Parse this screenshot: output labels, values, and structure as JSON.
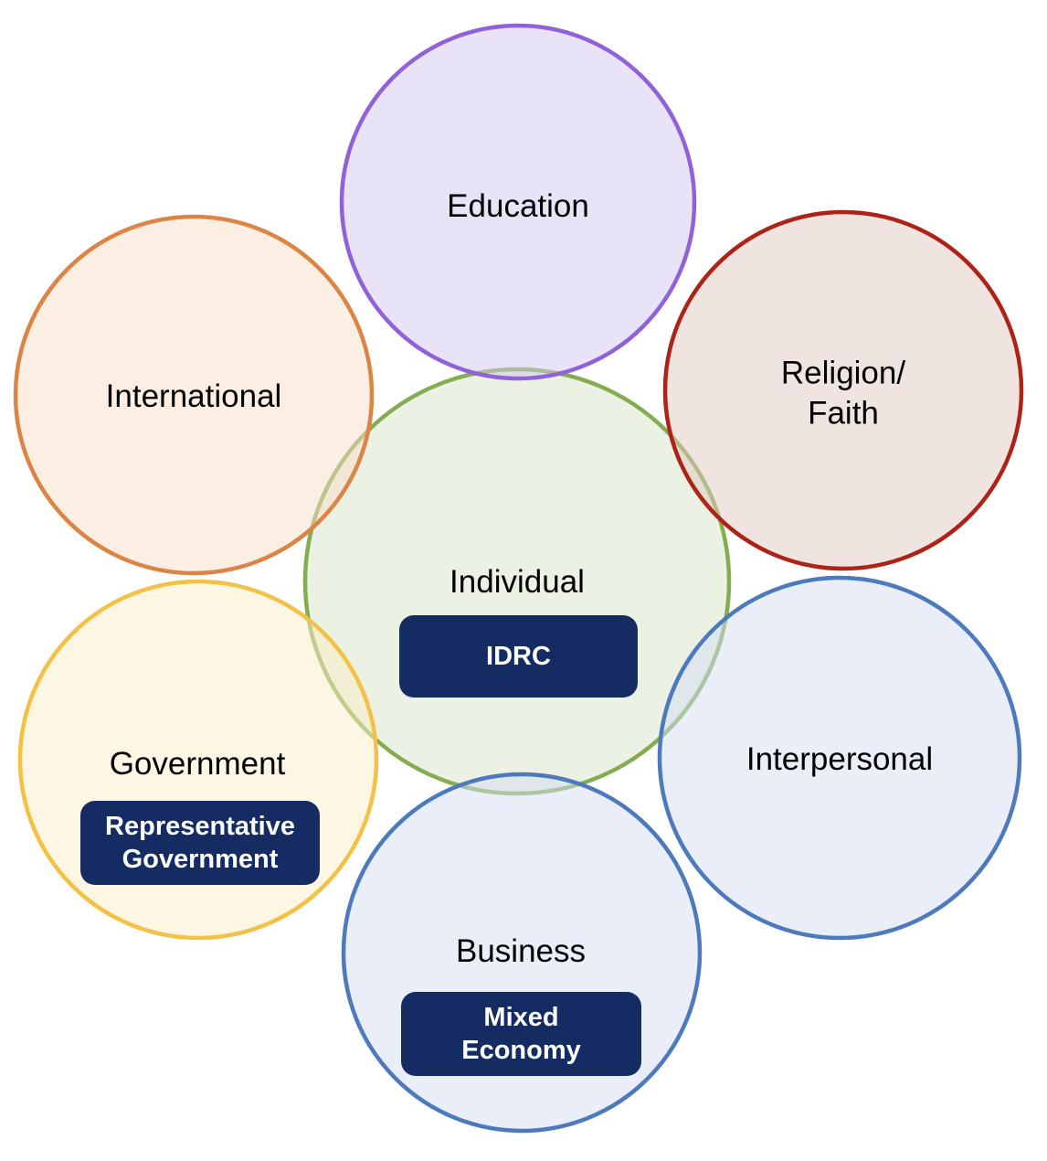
{
  "diagram": {
    "center": {
      "label": "Individual",
      "badge_label": "IDRC",
      "fill": "rgba(215,227,199,0.5)",
      "stroke": "#84ad52"
    },
    "education": {
      "label": "Education",
      "fill": "rgba(211,199,239,0.5)",
      "stroke": "#9161da"
    },
    "international": {
      "label": "International",
      "fill": "rgba(247,221,197,0.5)",
      "stroke": "#dc8446"
    },
    "religion": {
      "line1": "Religion/",
      "line2": "Faith",
      "fill": "rgba(225,201,193,0.5)",
      "stroke": "#ae2318"
    },
    "government": {
      "label": "Government",
      "badge_line1": "Representative",
      "badge_line2": "Government",
      "fill": "rgba(251,237,197,0.5)",
      "stroke": "#f2c145"
    },
    "interpersonal": {
      "label": "Interpersonal",
      "fill": "rgba(211,221,241,0.5)",
      "stroke": "#4d79bd"
    },
    "business": {
      "label": "Business",
      "badge_line1": "Mixed",
      "badge_line2": "Economy",
      "fill": "rgba(211,221,241,0.5)",
      "stroke": "#4d79bd"
    }
  },
  "badge": {
    "background": "#152c62",
    "text_color": "#ffffff"
  }
}
